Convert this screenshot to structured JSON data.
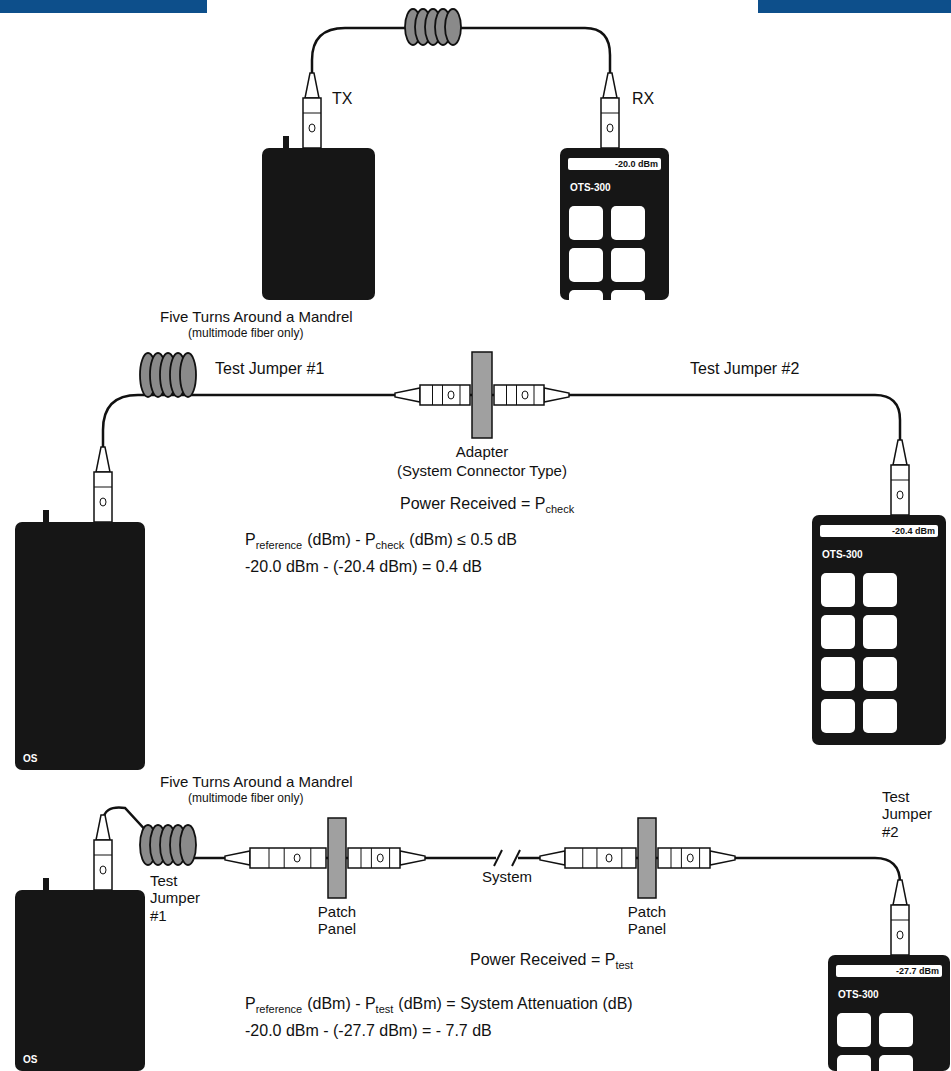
{
  "diagram": {
    "nodes": [
      {
        "text": [
          "-20.0 dBm",
          "OTS-300"
        ]
      },
      {
        "text": [
          "OS"
        ]
      },
      {
        "text": [
          "-20.4 dBm",
          "OTS-300"
        ]
      },
      {
        "text": [
          "OS"
        ]
      },
      {
        "text": [
          "-27.7 dBm",
          "OTS-300"
        ]
      }
    ],
    "edges": [
      {
        "from": 1,
        "to": 2,
        "arrow": "none"
      },
      {
        "from": 3,
        "to": 4,
        "arrow": "none"
      }
    ],
    "labels": [
      "TX",
      "RX",
      "Five Turns Around a Mandrel",
      "(multimode fiber only)",
      "Test Jumper #1",
      "Test Jumper #2",
      "Adapter",
      "(System Connector Type)",
      "Power Received = P",
      "check",
      "P",
      "reference",
      "(dBm) - P",
      "check",
      "(dBm) ≤ 0.5 dB",
      "-20.0 dBm - (-20.4 dBm) = 0.4 dB",
      "Five Turns Around a Mandrel",
      "(multimode fiber only)",
      "Test Jumper #1",
      "Patch Panel",
      "System",
      "Patch Panel",
      "Test Jumper #2",
      "Power Received = P",
      "test",
      "P",
      "reference",
      "(dBm) - P",
      "test",
      "(dBm) = System Attenuation (dB)",
      "-20.0 dBm - (-27.7 dBm) = - 7.7 dB"
    ]
  }
}
